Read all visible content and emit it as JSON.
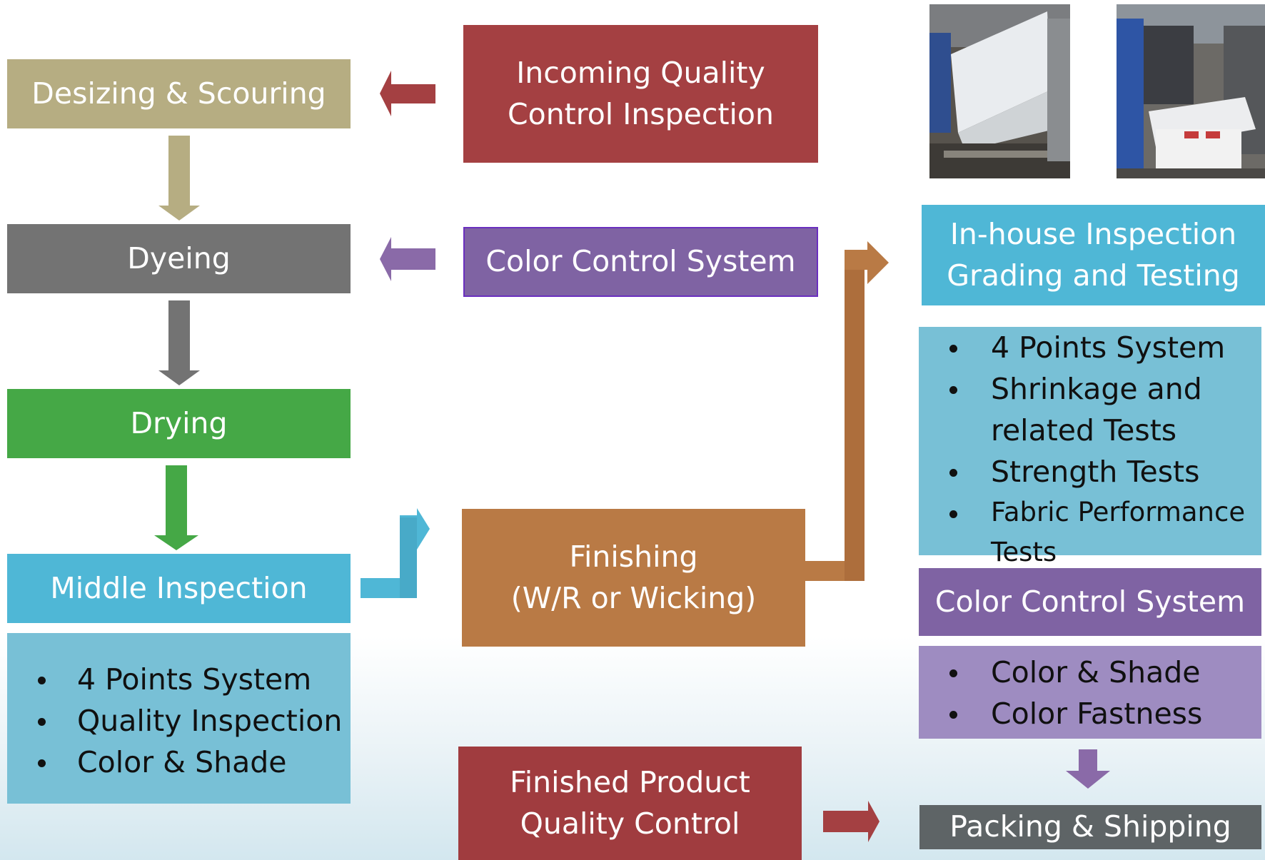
{
  "left_column": {
    "desizing": "Desizing & Scouring",
    "dyeing": "Dyeing",
    "drying": "Drying",
    "middle_inspection": "Middle Inspection",
    "middle_list": [
      "4 Points System",
      "Quality Inspection",
      "Color & Shade"
    ]
  },
  "center_column": {
    "incoming_qc": [
      "Incoming Quality",
      "Control Inspection"
    ],
    "color_control": "Color Control System",
    "finishing": [
      "Finishing",
      "(W/R or Wicking)"
    ],
    "finished_qc": [
      "Finished Product",
      "Quality Control"
    ]
  },
  "right_column": {
    "inhouse": [
      "In-house Inspection",
      "Grading and Testing"
    ],
    "inhouse_list": [
      "4 Points System",
      "Shrinkage and related Tests",
      "Strength Tests",
      "Fabric Performance Tests"
    ],
    "color_control": "Color Control System",
    "color_list": [
      "Color & Shade",
      "Color Fastness"
    ],
    "packing": "Packing & Shipping"
  },
  "colors": {
    "khaki": "#b6ad82",
    "gray": "#737373",
    "green": "#45a846",
    "blue": "#4fb7d6",
    "light_blue": "#78c0d6",
    "red": "#a44042",
    "purple": "#7f63a3",
    "light_purple": "#9e8cc1",
    "orange": "#b97a45",
    "dark_gray": "#5e6466"
  }
}
